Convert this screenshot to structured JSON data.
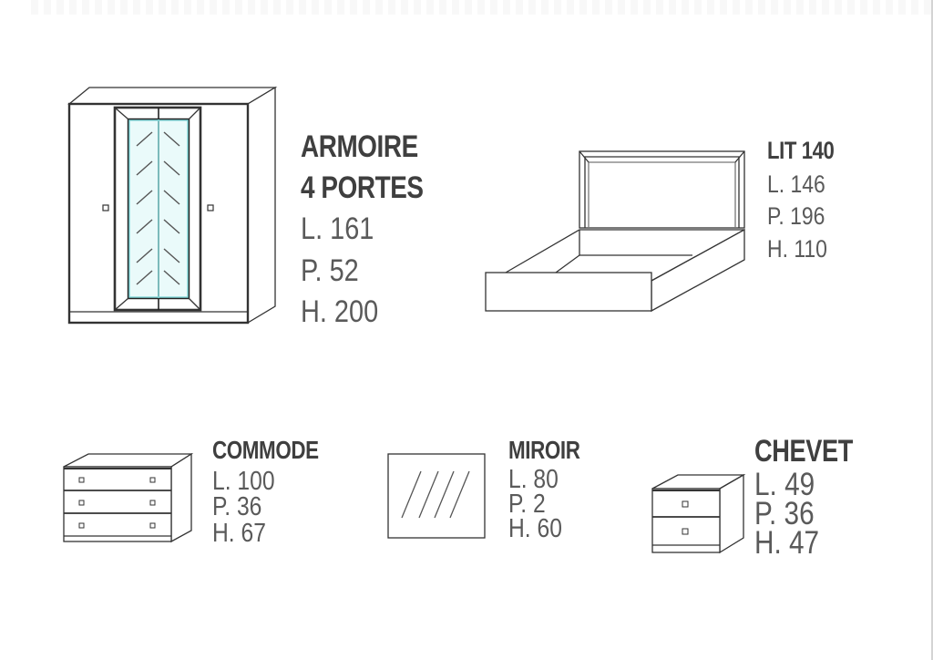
{
  "items": [
    {
      "id": "armoire",
      "title_lines": [
        "ARMOIRE",
        "4 PORTES"
      ],
      "dims": {
        "L": "L. 161",
        "P": "P. 52",
        "H": "H. 200"
      }
    },
    {
      "id": "lit",
      "title_lines": [
        "LIT 140"
      ],
      "dims": {
        "L": "L. 146",
        "P": "P. 196",
        "H": "H. 110"
      }
    },
    {
      "id": "commode",
      "title_lines": [
        "COMMODE"
      ],
      "dims": {
        "L": "L. 100",
        "P": "P. 36",
        "H": "H. 67"
      }
    },
    {
      "id": "miroir",
      "title_lines": [
        "MIROIR"
      ],
      "dims": {
        "L": "L. 80",
        "P": "P. 2",
        "H": "H. 60"
      }
    },
    {
      "id": "chevet",
      "title_lines": [
        "CHEVET"
      ],
      "dims": {
        "L": "L. 49",
        "P": "P. 36",
        "H": "H. 47"
      }
    }
  ],
  "colors": {
    "line": "#333333",
    "glass": "#7fd6d8",
    "text": "#4a4a4a",
    "background": "#ffffff"
  }
}
